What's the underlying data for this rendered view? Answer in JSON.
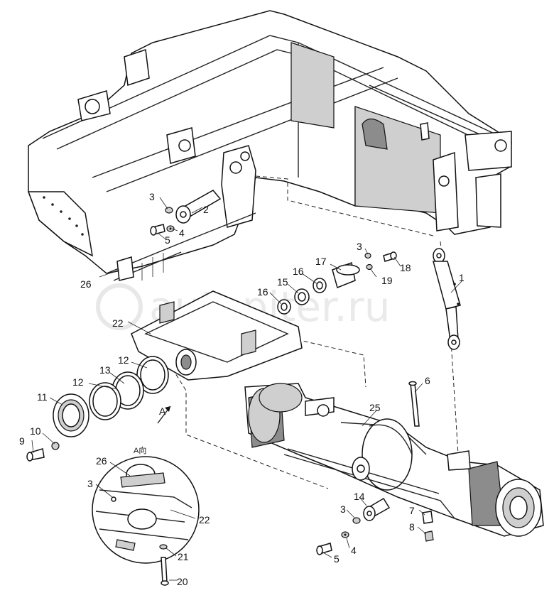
{
  "watermark": "autopiter.ru",
  "view_label": "A向",
  "view_arrow_label": "A",
  "callouts": [
    {
      "id": "c1",
      "text": "1"
    },
    {
      "id": "c2",
      "text": "2"
    },
    {
      "id": "c3a",
      "text": "3"
    },
    {
      "id": "c4a",
      "text": "4"
    },
    {
      "id": "c5a",
      "text": "5"
    },
    {
      "id": "c26a",
      "text": "26"
    },
    {
      "id": "c3b",
      "text": "3"
    },
    {
      "id": "c18",
      "text": "18"
    },
    {
      "id": "c19",
      "text": "19"
    },
    {
      "id": "c17",
      "text": "17"
    },
    {
      "id": "c16a",
      "text": "16"
    },
    {
      "id": "c15",
      "text": "15"
    },
    {
      "id": "c16b",
      "text": "16"
    },
    {
      "id": "c22a",
      "text": "22"
    },
    {
      "id": "c12a",
      "text": "12"
    },
    {
      "id": "c12b",
      "text": "12"
    },
    {
      "id": "c13",
      "text": "13"
    },
    {
      "id": "c11",
      "text": "11"
    },
    {
      "id": "c10",
      "text": "10"
    },
    {
      "id": "c9",
      "text": "9"
    },
    {
      "id": "c6",
      "text": "6"
    },
    {
      "id": "c25",
      "text": "25"
    },
    {
      "id": "c26b",
      "text": "26"
    },
    {
      "id": "c3c",
      "text": "3"
    },
    {
      "id": "c22b",
      "text": "22"
    },
    {
      "id": "c21",
      "text": "21"
    },
    {
      "id": "c20",
      "text": "20"
    },
    {
      "id": "c14",
      "text": "14"
    },
    {
      "id": "c3d",
      "text": "3"
    },
    {
      "id": "c4b",
      "text": "4"
    },
    {
      "id": "c5b",
      "text": "5"
    },
    {
      "id": "c7",
      "text": "7"
    },
    {
      "id": "c8",
      "text": "8"
    }
  ]
}
